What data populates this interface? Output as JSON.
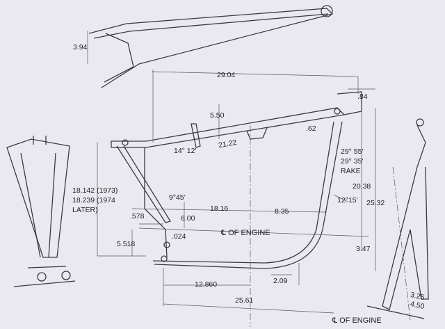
{
  "drawing": {
    "top_view": {
      "width_dim": "3.94"
    },
    "side_view": {
      "overall_length": "29.04",
      "head_offset": ".84",
      "backbone_rise": "5.50",
      "neck_offset": ".62",
      "backbone_angle": "14° 12'",
      "backbone_length": "21.22",
      "rake_1": "29° 55'",
      "rake_2": "29° 35'",
      "rake_label": "RAKE",
      "height_1": "20.38",
      "height_2": "25.32",
      "rear_height_1973": "18.142 (1973)",
      "rear_height_1974": "18.239 (1974",
      "rear_height_later": "LATER)",
      "seat_post_angle": "9°45'",
      "upper_length": "18.16",
      "front_offset": "8.35",
      "downtube_angle": "12°15'",
      "pivot_offset": ".578",
      "pivot_height": "6.00",
      "engine_centerline": "℄ OF ENGINE",
      "small_offset": ".024",
      "pivot_drop": "5.518",
      "front_drop": "3.47",
      "lower_length": "12.860",
      "front_mount": "2.09",
      "wheelbase_span": "25.61"
    },
    "front_view": {
      "offset_1": "3.25",
      "offset_2": "4.50",
      "engine_centerline": "℄ OF ENGINE"
    }
  }
}
